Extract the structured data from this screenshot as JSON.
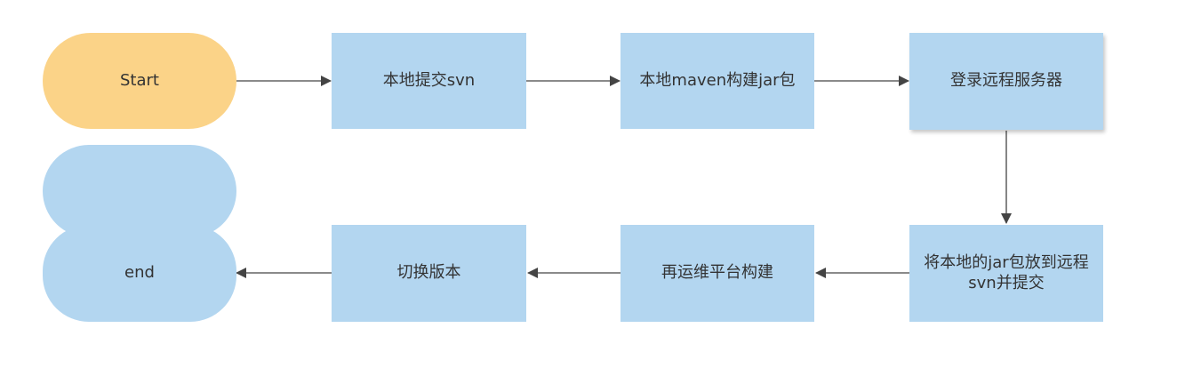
{
  "nodes": {
    "start": "Start",
    "commit_svn": "本地提交svn",
    "maven_build": "本地maven构建jar包",
    "login_server": "登录远程服务器",
    "put_jar": "将本地的jar包放到远程svn并提交",
    "ops_build": "再运维平台构建",
    "switch_version": "切换版本",
    "end": "end"
  },
  "colors": {
    "terminal_start": "#fbd388",
    "process": "#b3d6f0",
    "edge": "#444444",
    "text": "#333333"
  }
}
